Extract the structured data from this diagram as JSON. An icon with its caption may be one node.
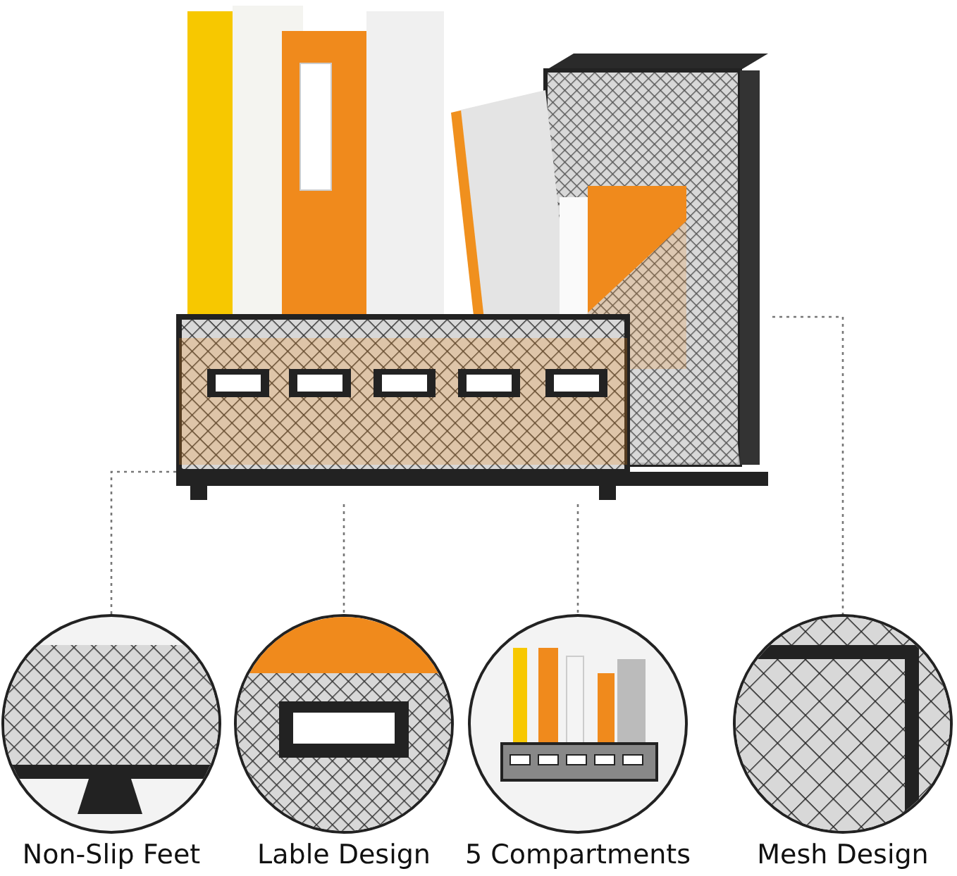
{
  "diagram": {
    "nodes": [
      {
        "text": [],
        "shape": "picture"
      },
      {
        "text": [],
        "shape": "picture",
        "beside": [
          "Non-Slip Feet"
        ]
      },
      {
        "text": [],
        "shape": "picture",
        "beside": [
          "Lable Design"
        ]
      },
      {
        "text": [],
        "shape": "picture",
        "beside": [
          "5 Compartments"
        ]
      },
      {
        "text": [],
        "shape": "picture",
        "beside": [
          "Mesh Design"
        ]
      }
    ],
    "edges": [
      {
        "from": 0,
        "to": 1,
        "arrow": "none",
        "style": "dashed"
      },
      {
        "from": 0,
        "to": 2,
        "arrow": "none",
        "style": "dashed"
      },
      {
        "from": 0,
        "to": 3,
        "arrow": "none",
        "style": "dashed"
      },
      {
        "from": 0,
        "to": 4,
        "arrow": "none",
        "style": "dashed"
      }
    ]
  }
}
